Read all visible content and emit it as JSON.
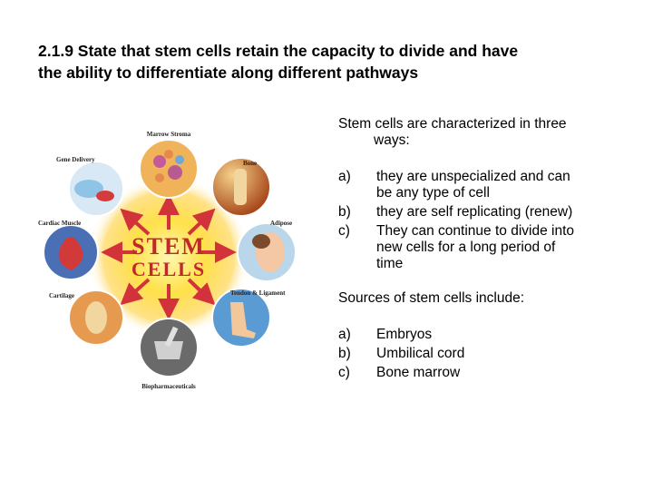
{
  "slide": {
    "title_lines": [
      "2.1.9 State that stem cells retain the capacity to divide and have",
      "the ability to differentiate along different pathways"
    ]
  },
  "figure": {
    "center_line1": "STEM",
    "center_line2": "CELLS",
    "labels": {
      "marrow_stroma": "Marrow Stroma",
      "gene_delivery": "Gene Delivery",
      "bone": "Bone",
      "cardiac_muscle": "Cardiac Muscle",
      "adipose": "Adipose",
      "cartilage": "Cartilage",
      "tendon_ligament": "Tendon & Ligament",
      "biopharmaceuticals": "Biopharmaceuticals"
    },
    "colors": {
      "center_glow": "#ffe14a",
      "center_text": "#c0282c",
      "arrow": "#d2333a"
    }
  },
  "content": {
    "intro_line1": "Stem cells are characterized in three",
    "intro_line2": "ways:",
    "traits": [
      {
        "label": "a)",
        "lines": [
          "they are unspecialized and can",
          "be any type of cell"
        ]
      },
      {
        "label": "b)",
        "lines": [
          "they are self replicating (renew)"
        ]
      },
      {
        "label": "c)",
        "lines": [
          "They can continue to divide into",
          "new cells for a long period of",
          "time"
        ]
      }
    ],
    "sources_heading": "Sources of stem cells include:",
    "sources": [
      {
        "label": "a)",
        "text": "Embryos"
      },
      {
        "label": "b)",
        "text": "Umbilical cord"
      },
      {
        "label": "c)",
        "text": "Bone marrow"
      }
    ]
  }
}
